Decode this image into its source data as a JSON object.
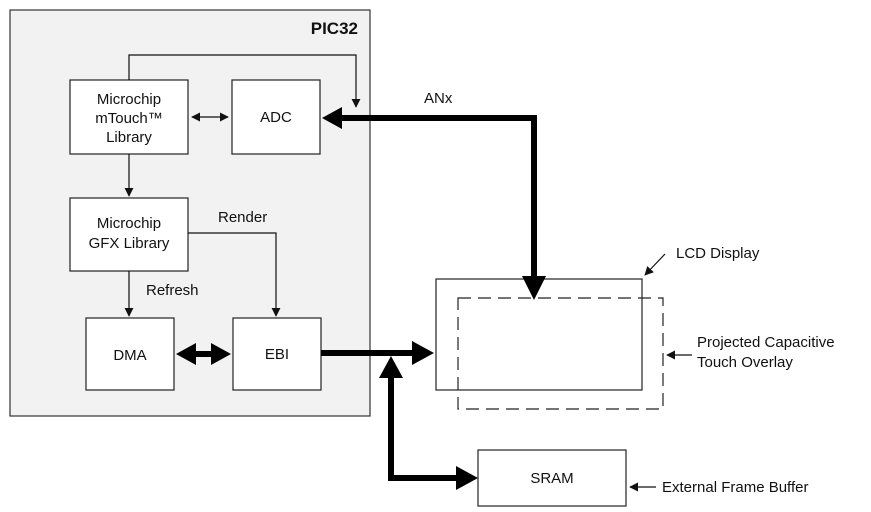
{
  "chip": {
    "title": "PIC32"
  },
  "blocks": {
    "mtouch": {
      "line1": "Microchip",
      "line2": "mTouch™",
      "line3": "Library"
    },
    "adc": {
      "label": "ADC"
    },
    "gfx": {
      "line1": "Microchip",
      "line2": "GFX Library"
    },
    "dma": {
      "label": "DMA"
    },
    "ebi": {
      "label": "EBI"
    },
    "sram": {
      "label": "SRAM"
    }
  },
  "labels": {
    "anx": "ANx",
    "render": "Render",
    "refresh": "Refresh",
    "lcd_display": "LCD Display",
    "touch_overlay_line1": "Projected Capacitive",
    "touch_overlay_line2": "Touch Overlay",
    "frame_buffer": "External Frame Buffer"
  },
  "colors": {
    "chip_fill": "#f2f2f2",
    "line": "#000000"
  }
}
